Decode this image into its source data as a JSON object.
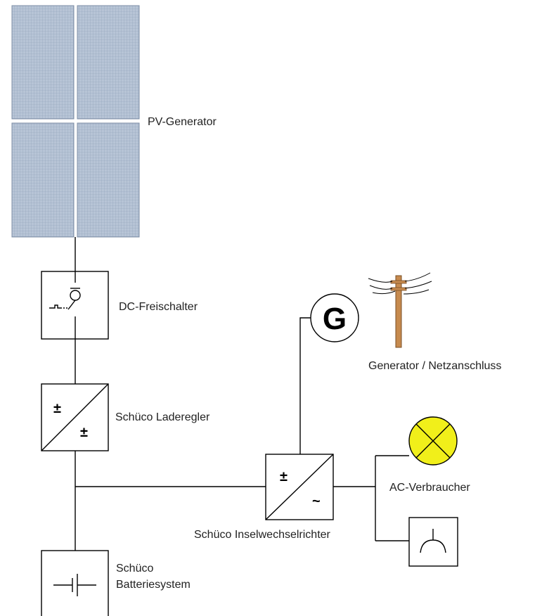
{
  "labels": {
    "pv_generator": "PV-Generator",
    "dc_switch": "DC-Freischalter",
    "charge_controller": "Schüco Laderegler",
    "generator_grid": "Generator / Netzanschluss",
    "inverter": "Schüco Inselwechselrichter",
    "ac_consumers": "AC-Verbraucher",
    "battery_line1": "Schüco",
    "battery_line2": "Batteriesystem"
  },
  "symbols": {
    "generator": "G",
    "charge_in": "±",
    "charge_out": "±",
    "inverter_in": "±",
    "inverter_out": "~"
  },
  "colors": {
    "panel_fill": "#b7c4d6",
    "panel_grid": "#8fa1b9",
    "lamp": "#f1ef1a",
    "pole": "#c68a4e"
  },
  "icons": {
    "pv_panel": "solar-panel-icon",
    "dc_switch": "disconnect-switch-icon",
    "generator": "generator-icon",
    "utility_pole": "utility-pole-icon",
    "lamp": "lamp-icon",
    "socket": "socket-icon",
    "battery": "battery-icon"
  }
}
